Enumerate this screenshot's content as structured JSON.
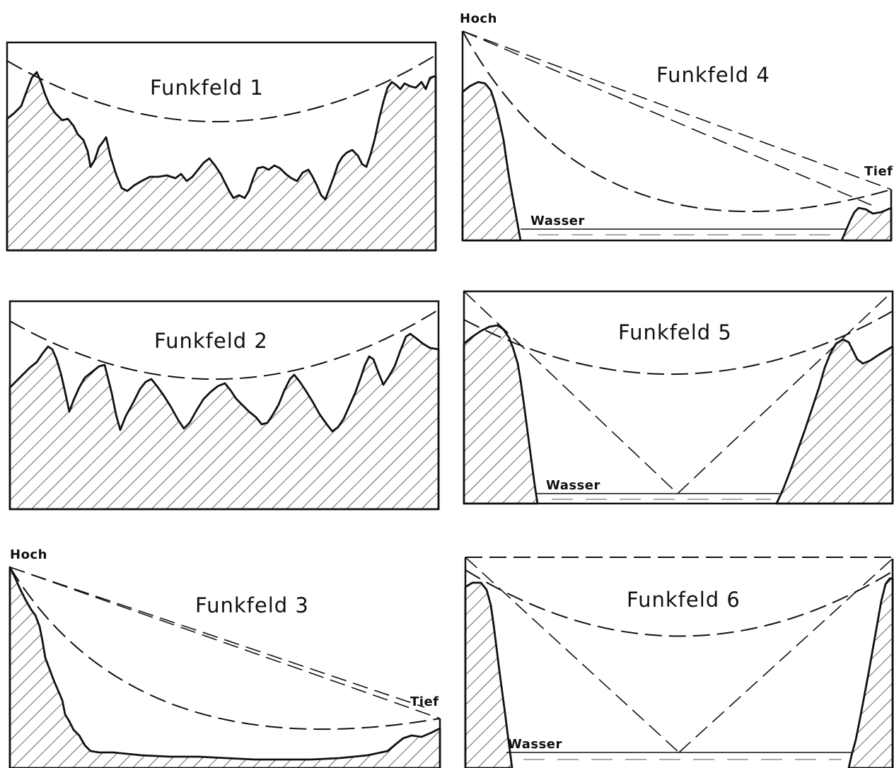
{
  "panels": [
    {
      "title": "Funkfeld 1"
    },
    {
      "title": "Funkfeld 2"
    },
    {
      "title": "Funkfeld 3",
      "left_label": "Hoch",
      "right_label": "Tief"
    },
    {
      "title": "Funkfeld 4",
      "left_label": "Hoch",
      "right_label": "Tief",
      "water_label": "Wasser"
    },
    {
      "title": "Funkfeld 5",
      "water_label": "Wasser"
    },
    {
      "title": "Funkfeld 6",
      "water_label": "Wasser"
    }
  ]
}
